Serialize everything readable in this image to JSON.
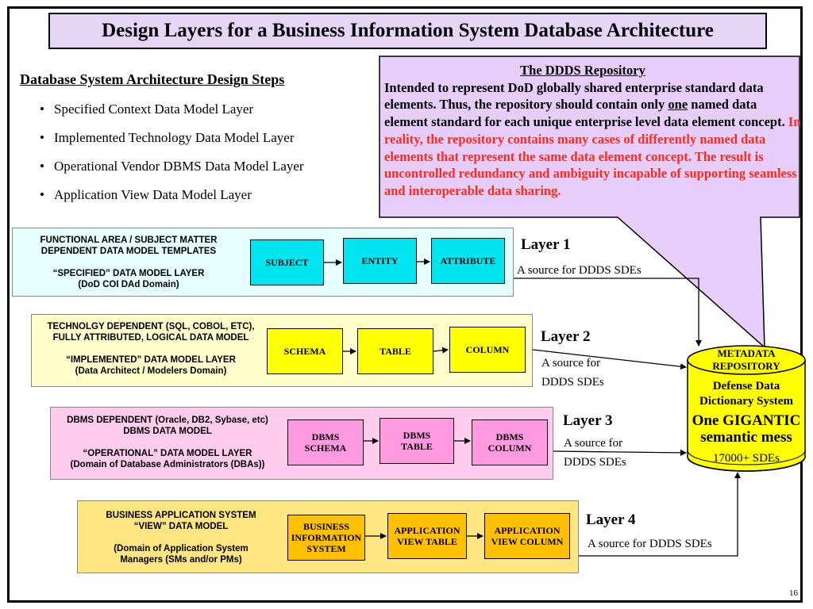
{
  "slide": {
    "title": "Design Layers for a Business Information System Database Architecture",
    "page_number": "16"
  },
  "steps": {
    "heading": "Database System Architecture Design Steps",
    "items": [
      "Specified Context Data Model Layer",
      "Implemented Technology Data Model Layer",
      "Operational Vendor DBMS Data Model Layer",
      "Application View Data Model Layer"
    ]
  },
  "callout": {
    "heading": "The DDDS Repository",
    "text_a": "Intended to represent DoD globally shared  enterprise standard data elements.  Thus, the repository should contain only ",
    "text_emph": "one",
    "text_b": " named data element standard for each unique enterprise level data element concept.  ",
    "text_red": "In reality, the repository contains many cases of differently named data elements that represent the same data element concept.   The result is uncontrolled redundancy and ambiguity incapable of supporting seamless and interoperable data sharing.",
    "fill": "#e6cdfa"
  },
  "layers": [
    {
      "line1": "FUNCTIONAL AREA / SUBJECT MATTER",
      "line2": "DEPENDENT DATA MODEL TEMPLATES",
      "line3": "“SPECIFIED”  DATA MODEL LAYER",
      "line4": "(DoD COI DAd Domain)",
      "nodes": [
        "SUBJECT",
        "ENTITY",
        "ATTRIBUTE"
      ],
      "name": "Layer 1",
      "source": "A source for DDDS SDEs",
      "bg": "#e6ffff"
    },
    {
      "line1": "TECHNOLGY DEPENDENT (SQL, COBOL, ETC),",
      "line2": "FULLY ATTRIBUTED, LOGICAL DATA MODEL",
      "line3": "“IMPLEMENTED” DATA MODEL LAYER",
      "line4": "(Data Architect / Modelers Domain)",
      "nodes": [
        "SCHEMA",
        "TABLE",
        "COLUMN"
      ],
      "name": "Layer 2",
      "source_1": "A source for",
      "source_2": "DDDS SDEs",
      "bg": "#ffffcc"
    },
    {
      "line1": "DBMS DEPENDENT (Oracle, DB2, Sybase, etc)",
      "line2": "DBMS DATA MODEL",
      "line3": "“OPERATIONAL” DATA MODEL LAYER",
      "line4": "(Domain of Database Administrators (DBAs))",
      "nodes": [
        [
          "DBMS",
          "SCHEMA"
        ],
        [
          "DBMS",
          "TABLE"
        ],
        [
          "DBMS",
          "COLUMN"
        ]
      ],
      "name": "Layer 3",
      "source_1": "A source for",
      "source_2": "DDDS SDEs",
      "bg": "#ffccee"
    },
    {
      "line1": "BUSINESS APPLICATION SYSTEM",
      "line2": "“VIEW” DATA MODEL",
      "line3": "(Domain of Application System",
      "line4": "Managers (SMs and/or PMs)",
      "nodes": [
        [
          "BUSINESS",
          "INFORMATION",
          "SYSTEM"
        ],
        [
          "APPLICATION",
          "VIEW  TABLE"
        ],
        [
          "APPLICATION",
          "VIEW COLUMN"
        ]
      ],
      "name": "Layer 4",
      "source": "A source for DDDS SDEs",
      "bg": "#ffe680"
    }
  ],
  "repository": {
    "top_1": "METADATA",
    "top_2": "REPOSITORY",
    "mid_1": "Defense Data",
    "mid_2": "Dictionary System",
    "big_1": "One GIGANTIC",
    "big_2": "semantic mess",
    "bottom": "17000+   SDEs",
    "fill": "#ffff00"
  }
}
